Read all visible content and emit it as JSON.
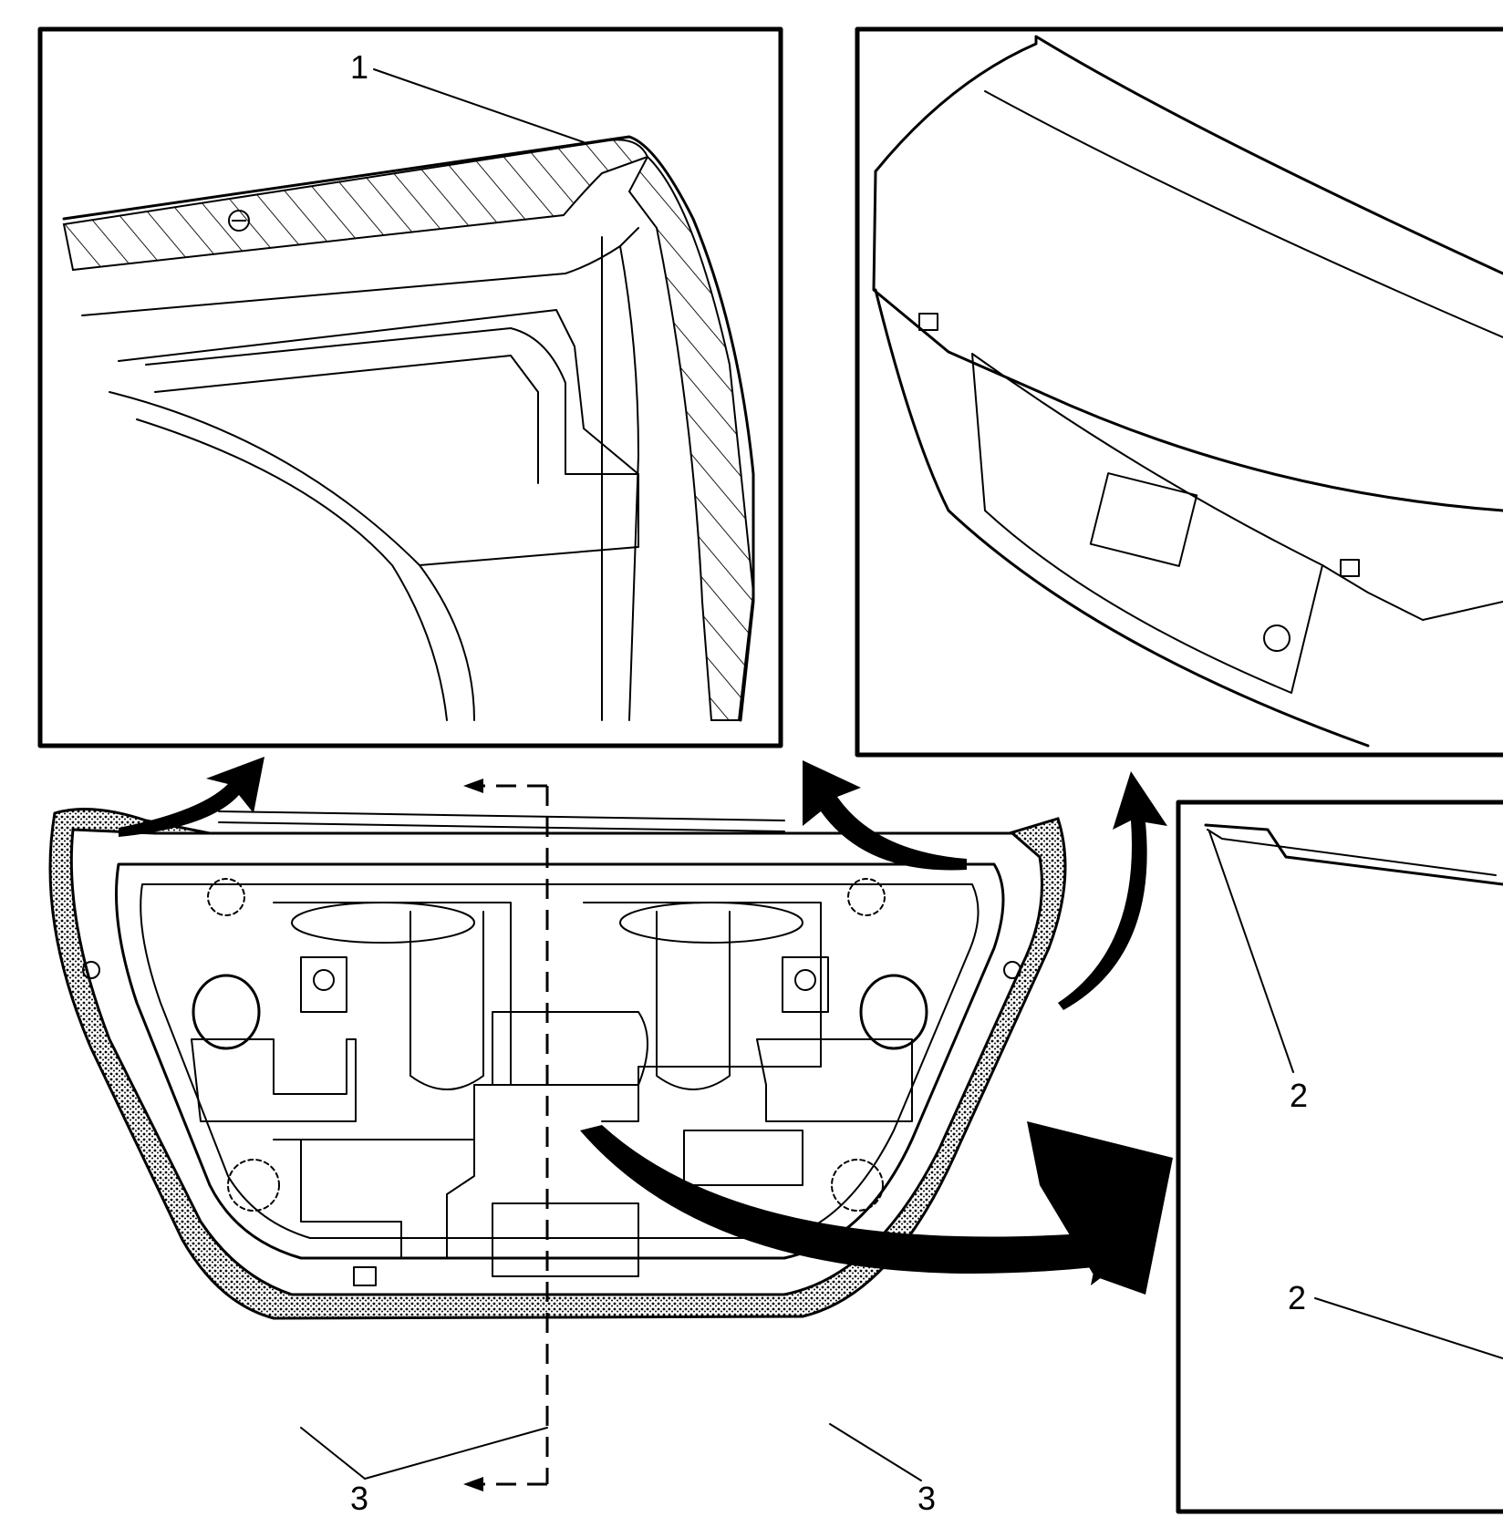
{
  "callouts": {
    "c1": "1",
    "c2a": "2",
    "c2b": "2",
    "c3a": "3",
    "c3b": "3"
  },
  "colors": {
    "ink": "#000000",
    "paper": "#ffffff"
  }
}
